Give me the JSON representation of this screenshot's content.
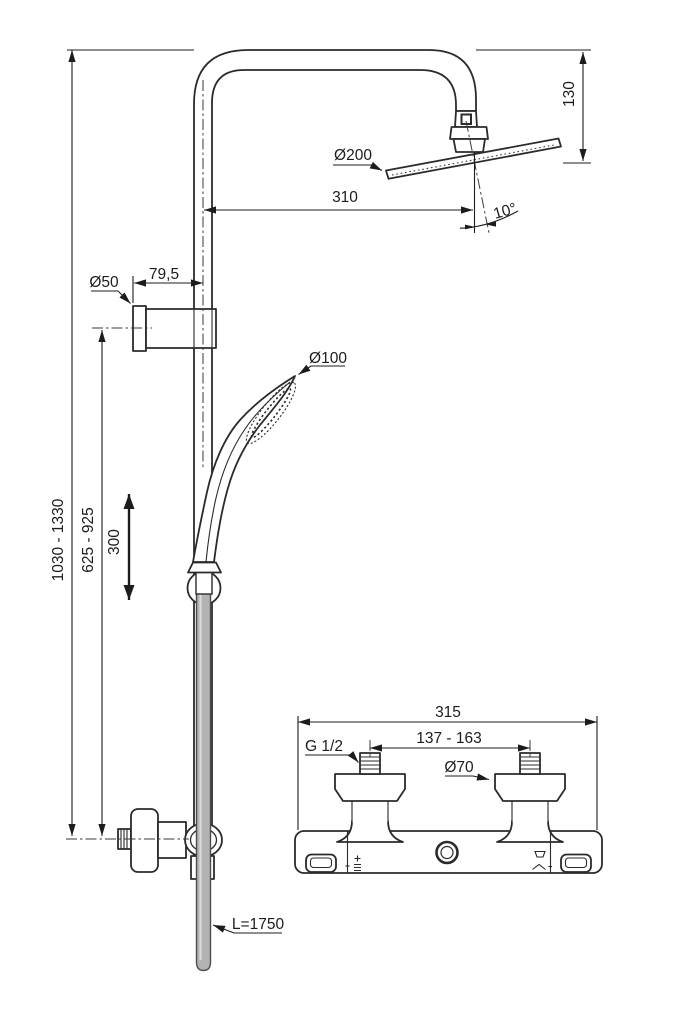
{
  "drawing": {
    "type": "technical-dimension-drawing",
    "subject": "shower-system-with-thermostatic-mixer",
    "units": "mm",
    "labels": {
      "head_height": "130",
      "head_diameter": "Ø200",
      "head_reach": "310",
      "head_angle": "10°",
      "bracket_diameter": "Ø50",
      "bracket_depth": "79,5",
      "handspray_diameter": "Ø100",
      "slide_travel": "300",
      "handspray_height_range": "625 - 925",
      "column_height_range": "1030 - 1330",
      "mixer_width": "315",
      "inlet_spacing": "137 - 163",
      "inlet_thread": "G 1/2",
      "escutcheon_diameter": "Ø70",
      "hose_length": "L=1750"
    },
    "colors": {
      "line": "#2b2b2b",
      "dimension_line": "#1c1c1c",
      "hose_fill": "#b3b3b3",
      "background": "#ffffff"
    }
  }
}
